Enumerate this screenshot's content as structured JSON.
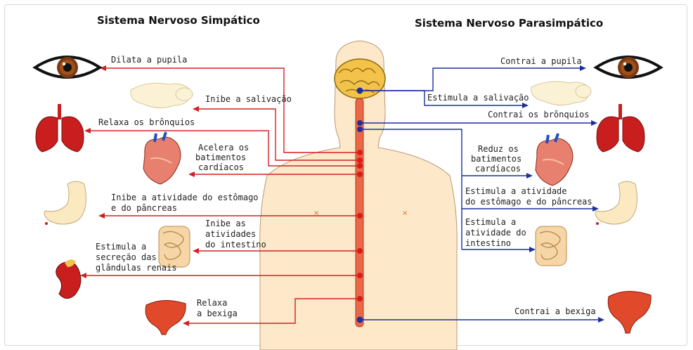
{
  "titles": {
    "sympathetic": "Sistema Nervoso Simpático",
    "parasympathetic": "Sistema Nervoso Parasimpático"
  },
  "sympathetic_effects": {
    "pupil": "Dilata a pupila",
    "salivation": "Inibe a salivação",
    "bronchi": "Relaxa os brônquios",
    "heart": [
      "Acelera os",
      "batimentos",
      "cardíacos"
    ],
    "stomach": [
      "Inibe a atividade do estômago",
      "e do pâncreas"
    ],
    "intestine": [
      "Inibe as",
      "atividades",
      "do intestino"
    ],
    "adrenal": [
      "Estimula a",
      "secreção das",
      "glândulas renais"
    ],
    "bladder": [
      "Relaxa",
      "a bexiga"
    ]
  },
  "parasympathetic_effects": {
    "pupil": "Contrai a pupila",
    "salivation": "Estimula a salivação",
    "bronchi": "Contrai os brônquios",
    "heart": [
      "Reduz os",
      "batimentos",
      "cardíacos"
    ],
    "stomach": [
      "Estimula a atividade",
      "do estômago e do pâncreas"
    ],
    "intestine": [
      "Estimula a",
      "atividade do",
      "intestino"
    ],
    "bladder": "Contrai a bexiga"
  },
  "colors": {
    "sympathetic": "#d42020",
    "parasympathetic": "#1d2f9e",
    "organ_red": "#c81e1e",
    "skin": "#fde9c9"
  }
}
